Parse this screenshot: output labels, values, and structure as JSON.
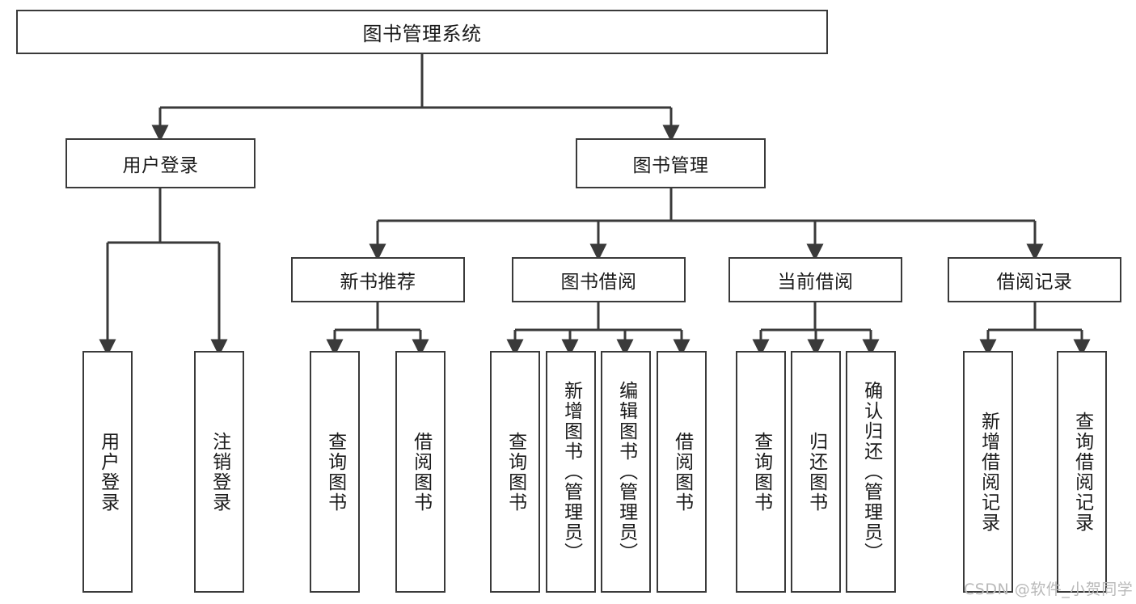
{
  "diagram": {
    "type": "hierarchy-tree",
    "title": "图书管理系统",
    "orientation": "top-down",
    "colors": {
      "stroke": "#3a3a3a",
      "fill": "#ffffff",
      "text": "#1a1a1a",
      "watermark": "#b9b9b9"
    },
    "root": {
      "label": "图书管理系统"
    },
    "level2": [
      {
        "label": "用户登录"
      },
      {
        "label": "图书管理"
      }
    ],
    "level3": [
      {
        "label": "新书推荐"
      },
      {
        "label": "图书借阅"
      },
      {
        "label": "当前借阅"
      },
      {
        "label": "借阅记录"
      }
    ],
    "leaves": {
      "user_login": [
        {
          "label": "用户登录"
        },
        {
          "label": "注销登录"
        }
      ],
      "new_book": [
        {
          "label": "查询图书"
        },
        {
          "label": "借阅图书"
        }
      ],
      "book_borrow": [
        {
          "label": "查询图书"
        },
        {
          "label": "新增图书（管理员）"
        },
        {
          "label": "编辑图书（管理员）"
        },
        {
          "label": "借阅图书"
        }
      ],
      "current_borrow": [
        {
          "label": "查询图书"
        },
        {
          "label": "归还图书"
        },
        {
          "label": "确认归还（管理员）"
        }
      ],
      "borrow_record": [
        {
          "label": "新增借阅记录"
        },
        {
          "label": "查询借阅记录"
        }
      ]
    }
  },
  "watermark": {
    "text": "CSDN @软件_小贺同学"
  }
}
